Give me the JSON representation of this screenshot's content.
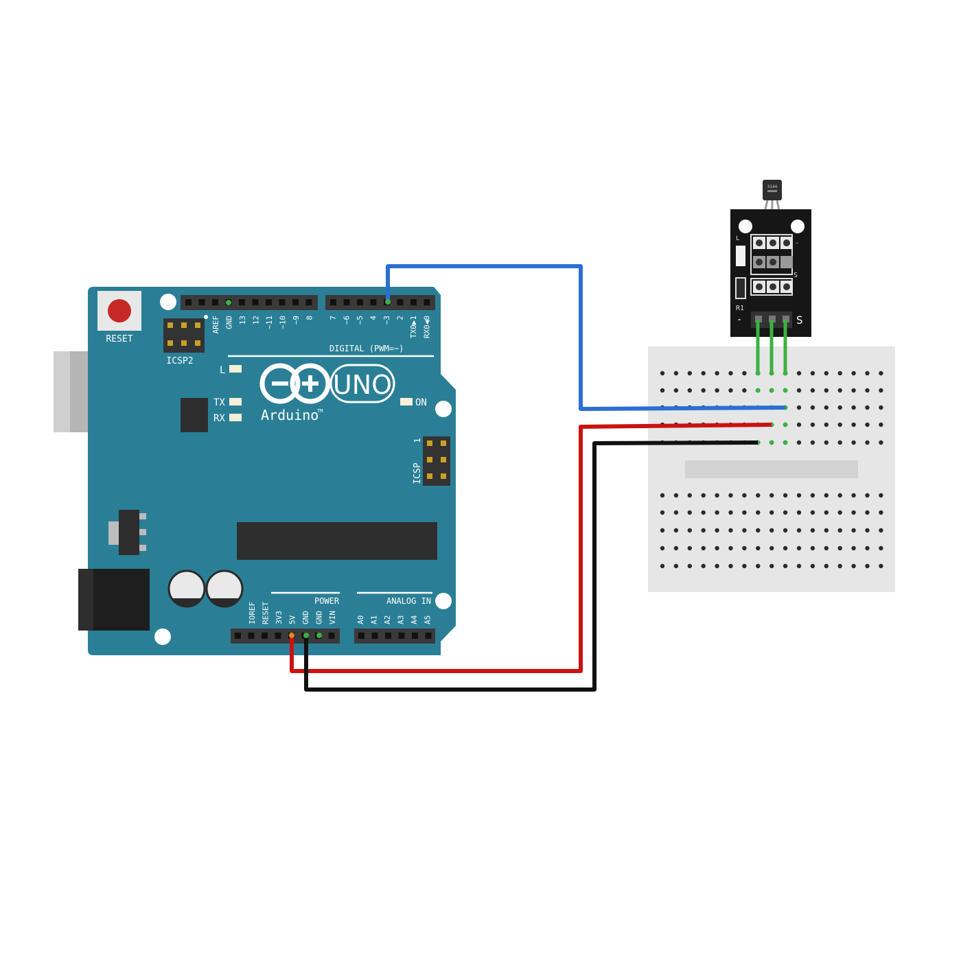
{
  "board": {
    "reset_label": "RESET",
    "icsp2_label": "ICSP2",
    "icsp_label": "ICSP",
    "icsp_pin1_label": "1",
    "l_label": "L",
    "tx_label": "TX",
    "rx_label": "RX",
    "on_label": "ON",
    "logo_text": "UNO",
    "brand": "Arduino",
    "brand_tm": "TM",
    "digital_title": "DIGITAL (PWM=~)",
    "power_title": "POWER",
    "analog_title": "ANALOG IN",
    "digital_pins_left": [
      "AREF",
      "GND",
      "13",
      "12",
      "~11",
      "~10",
      "~9",
      "8"
    ],
    "digital_pins_right": [
      "7",
      "~6",
      "~5",
      "4",
      "~3",
      "2",
      "TX0▶1",
      "RX0◀0"
    ],
    "power_pins": [
      "IOREF",
      "RESET",
      "3V3",
      "5V",
      "GND",
      "GND",
      "VIN"
    ],
    "analog_pins": [
      "A0",
      "A1",
      "A2",
      "A3",
      "A4",
      "A5"
    ]
  },
  "sensor": {
    "chip_label": "3144",
    "pin_minus": "-",
    "pin_s": "S",
    "led_label": "L",
    "resistor_label": "R1",
    "inner_s": "S",
    "inner_minus": "-"
  },
  "colors": {
    "board": "#2a7f96",
    "board_dark": "#1f6a80",
    "header": "#3a3a3a",
    "wire_signal": "#2b6fd1",
    "wire_power": "#cc1111",
    "wire_ground": "#111111",
    "wire_leg": "#3cb043",
    "breadboard": "#e6e6e6"
  }
}
